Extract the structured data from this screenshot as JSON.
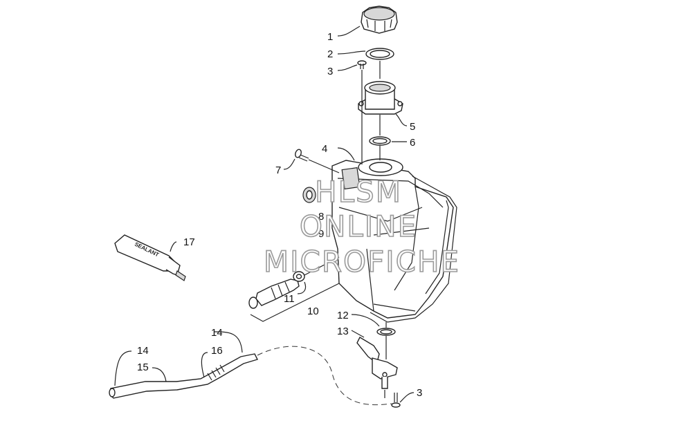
{
  "callouts": [
    "1",
    "2",
    "3",
    "4",
    "5",
    "6",
    "7",
    "8",
    "9",
    "10",
    "11",
    "12",
    "13",
    "14",
    "15",
    "16",
    "3",
    "14",
    "17"
  ],
  "sealant_label": "SEALANT",
  "watermark": {
    "line1": "HLSM",
    "line2": "ONLINE",
    "line3": "MICROFICHE"
  }
}
